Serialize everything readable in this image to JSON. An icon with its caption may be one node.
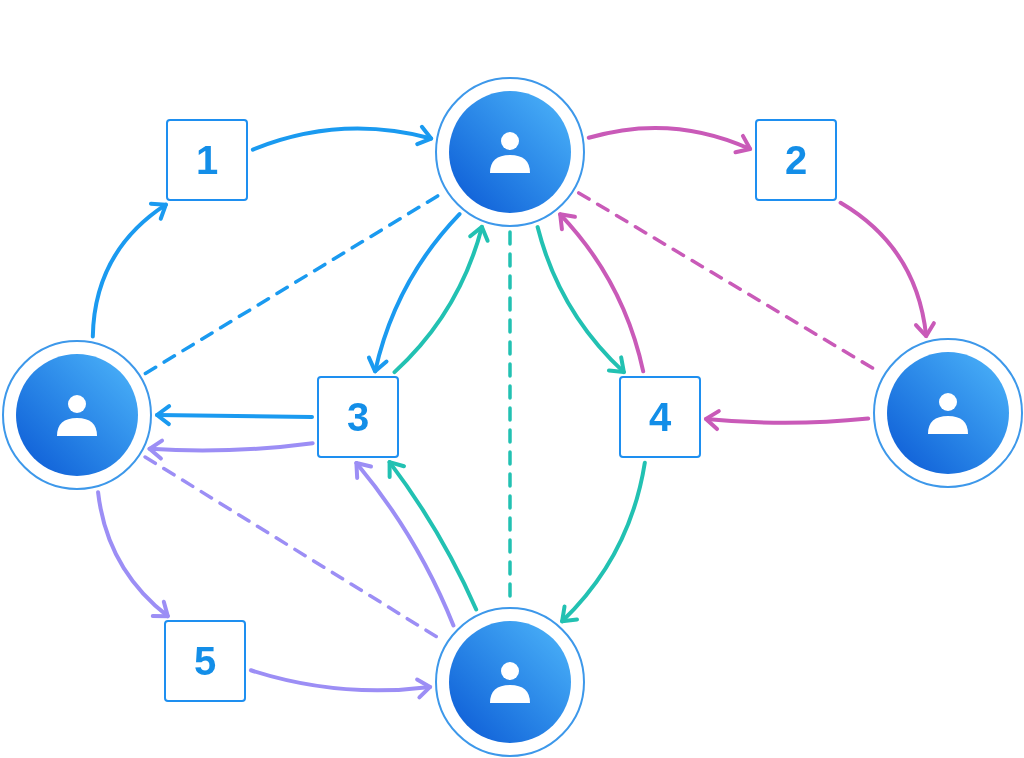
{
  "diagram": {
    "nodes": [
      {
        "text": [],
        "shape": "person"
      },
      {
        "text": [],
        "shape": "person"
      },
      {
        "text": [],
        "shape": "person"
      },
      {
        "text": [],
        "shape": "person"
      },
      {
        "text": [
          "1"
        ]
      },
      {
        "text": [
          "2"
        ]
      },
      {
        "text": [
          "3"
        ]
      },
      {
        "text": [
          "4"
        ]
      },
      {
        "text": [
          "5"
        ]
      }
    ],
    "edges": [
      {
        "from": 0,
        "to": 4,
        "arrow": "to",
        "color": "#1a9af0"
      },
      {
        "from": 4,
        "to": 1,
        "arrow": "to",
        "color": "#1a9af0"
      },
      {
        "from": 1,
        "to": 5,
        "arrow": "to",
        "color": "#c95ab8"
      },
      {
        "from": 5,
        "to": 2,
        "arrow": "to",
        "color": "#c95ab8"
      },
      {
        "from": 2,
        "to": 7,
        "arrow": "to",
        "color": "#c95ab8"
      },
      {
        "from": 7,
        "to": 1,
        "arrow": "to",
        "color": "#c95ab8"
      },
      {
        "from": 1,
        "to": 7,
        "arrow": "to",
        "color": "#22c1b2"
      },
      {
        "from": 1,
        "to": 6,
        "arrow": "to",
        "color": "#1a9af0"
      },
      {
        "from": 6,
        "to": 1,
        "arrow": "to",
        "color": "#22c1b2"
      },
      {
        "from": 6,
        "to": 0,
        "arrow": "to",
        "color": "#1a9af0"
      },
      {
        "from": 6,
        "to": 0,
        "arrow": "to",
        "color": "#9c8ef5"
      },
      {
        "from": 0,
        "to": 8,
        "arrow": "to",
        "color": "#9c8ef5"
      },
      {
        "from": 8,
        "to": 3,
        "arrow": "to",
        "color": "#9c8ef5"
      },
      {
        "from": 3,
        "to": 6,
        "arrow": "to",
        "color": "#22c1b2"
      },
      {
        "from": 3,
        "to": 6,
        "arrow": "to",
        "color": "#9c8ef5"
      },
      {
        "from": 7,
        "to": 3,
        "arrow": "to",
        "color": "#22c1b2"
      },
      {
        "from": 0,
        "to": 1,
        "arrow": "none",
        "style": "dashed",
        "color": "#1a9af0"
      },
      {
        "from": 1,
        "to": 2,
        "arrow": "none",
        "style": "dashed",
        "color": "#c95ab8"
      },
      {
        "from": 1,
        "to": 3,
        "arrow": "none",
        "style": "dashed",
        "color": "#22c1b2"
      },
      {
        "from": 0,
        "to": 3,
        "arrow": "none",
        "style": "dashed",
        "color": "#9c8ef5"
      }
    ]
  }
}
